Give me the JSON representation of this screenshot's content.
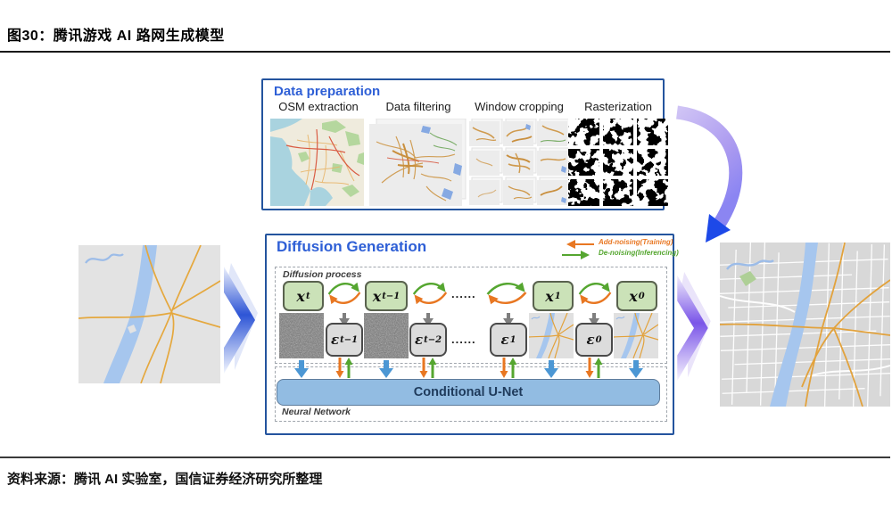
{
  "figure": {
    "title": "图30：腾讯游戏 AI 路网生成模型",
    "source": "资料来源：腾讯 AI 实验室，国信证券经济研究所整理"
  },
  "data_preparation": {
    "title": "Data preparation",
    "steps": [
      "OSM extraction",
      "Data filtering",
      "Window cropping",
      "Rasterization"
    ]
  },
  "diffusion": {
    "title": "Diffusion Generation",
    "legend": [
      {
        "label": "Add-noising(Training)",
        "color": "#E87722",
        "direction": "left"
      },
      {
        "label": "De-noising(Inferencing)",
        "color": "#55A630",
        "direction": "right"
      }
    ],
    "process_label": "Diffusion process",
    "network_label": "Neural Network",
    "unet_label": "Conditional U-Net",
    "dots": "......",
    "x_nodes": [
      {
        "base": "x",
        "sub": "t"
      },
      {
        "base": "x",
        "sub": "t−1"
      },
      {
        "base": "x",
        "sub": "1"
      },
      {
        "base": "x",
        "sub": "0"
      }
    ],
    "eps_nodes": [
      {
        "base": "ε",
        "sub": "t−1"
      },
      {
        "base": "ε",
        "sub": "t−2"
      },
      {
        "base": "ε",
        "sub": "1"
      },
      {
        "base": "ε",
        "sub": "0"
      }
    ]
  },
  "colors": {
    "panel_border": "#24549E",
    "panel_title": "#2E5FD6",
    "add_noising": "#E87722",
    "de_noising": "#55A630",
    "x_node_fill": "#CBE2B8",
    "eps_node_fill": "#DCDCDC",
    "unet_fill": "#92BCE2",
    "input_arrow": "#4C97D4",
    "step_arrow": "#7F7F7F",
    "flow_chevron_blue": "#2E55D6",
    "flow_chevron_purple": "#7A55E8",
    "curved_arrow_head": "#1D49E8"
  }
}
